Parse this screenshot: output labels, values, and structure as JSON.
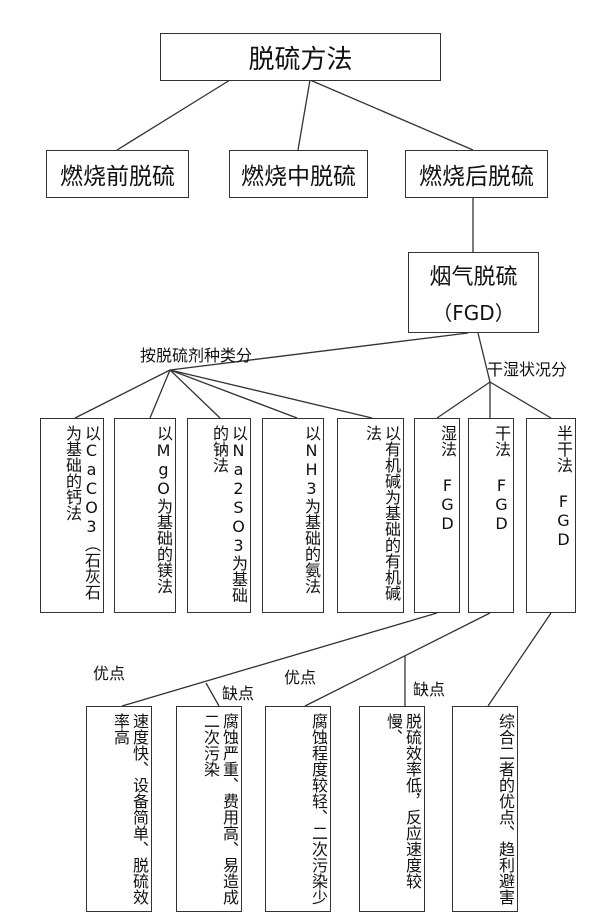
{
  "root": "脱硫方法",
  "stages": [
    "燃烧前脱硫",
    "燃烧中脱硫",
    "燃烧后脱硫"
  ],
  "fgd": {
    "line1": "烟气脱硫",
    "line2": "（FGD）"
  },
  "group_labels": {
    "by_agent": "按脱硫剂种类分",
    "by_state": "干湿状况分"
  },
  "agent_methods": [
    "以CaCO3（石灰石为基础的钙法",
    "以MgO为基础的镁法",
    "以Na2SO3为基础的钠法",
    "以NH3为基础的氨法",
    "以有机碱为基础的有机碱法"
  ],
  "state_methods": [
    "湿法 FGD",
    "干法 FGD",
    "半干法 FGD"
  ],
  "eval_labels": {
    "wet_pro": "优点",
    "wet_con": "缺点",
    "dry_pro": "优点",
    "dry_con": "缺点"
  },
  "evaluations": [
    "速度快、设备简单、脱硫效率高",
    "腐蚀严重、费用高、易造成二次污染",
    "腐蚀程度较轻、二次污染少",
    "脱硫效率低，反应速度较慢、",
    "综合二者的优点、趋利避害"
  ]
}
